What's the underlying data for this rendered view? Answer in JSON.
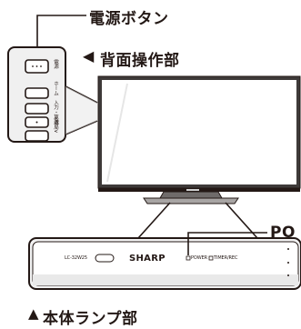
{
  "labels": {
    "power_button": "電源ボタン",
    "rear_panel": "背面操作部",
    "power_led": "PO",
    "body_lamp": "本体ランプ部",
    "rear_arrow": "◀",
    "body_arrow": "▲"
  },
  "rear_buttons": {
    "power": "電源",
    "home": "ホーム",
    "input": "入力・放送",
    "channel": "∧選局∨"
  },
  "front_panel": {
    "model": "LC-32W25",
    "brand": "SHARP",
    "power_indicator": "POWER",
    "timer_indicator": "TIMER/REC"
  },
  "colors": {
    "ink": "#231815",
    "panel_bg": "#f2f2f2",
    "screen": "#ffffff",
    "frame": "#3e3a39"
  }
}
